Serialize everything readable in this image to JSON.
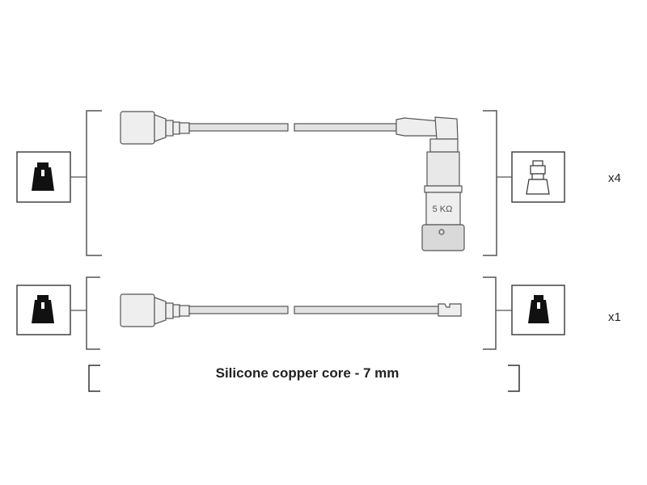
{
  "rows": [
    {
      "quantity": "x4",
      "resistance_label": "5 KΩ"
    },
    {
      "quantity": "x1"
    }
  ],
  "spec": "Silicone copper core - 7 mm",
  "icons": {
    "left_connector": "terminal-connector-icon",
    "right_connector_row1": "spark-plug-cap-icon",
    "right_connector_row2": "terminal-connector-icon"
  },
  "colors": {
    "line": "#555555",
    "fill_dark": "#111111",
    "wire_fill": "#cfcfcf"
  }
}
